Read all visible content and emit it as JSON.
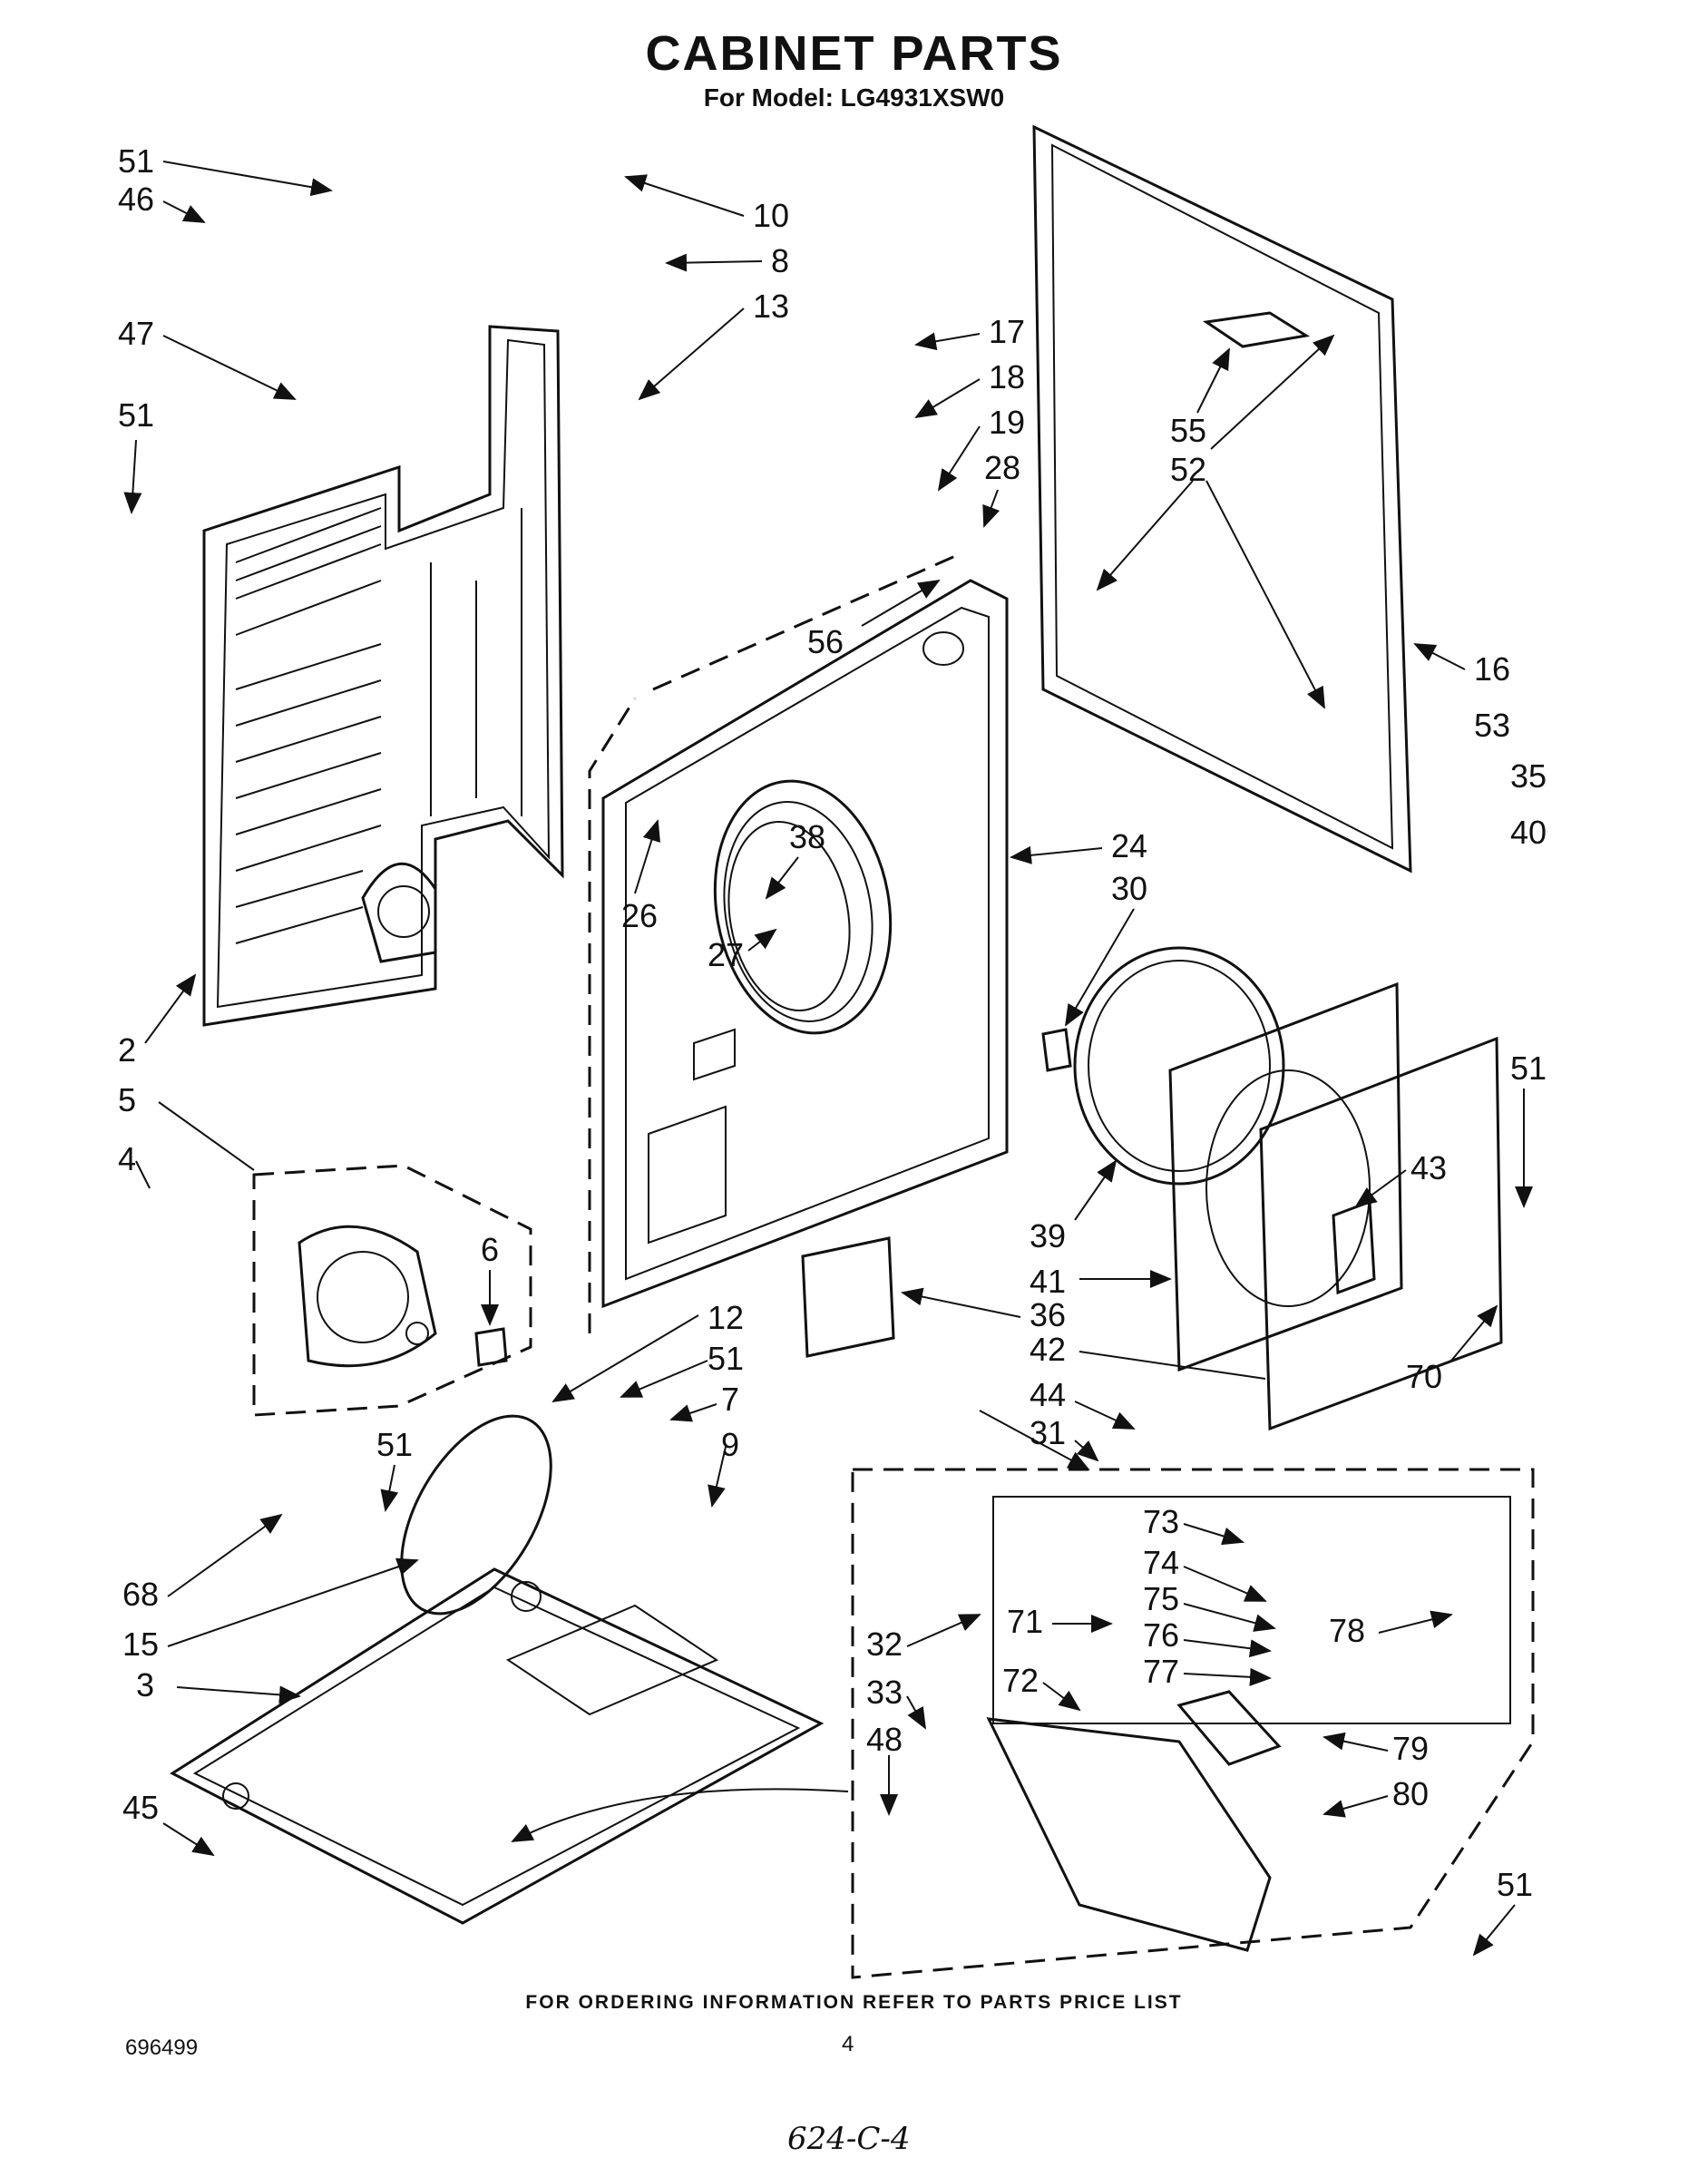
{
  "header": {
    "title": "CABINET PARTS",
    "subtitle": "For Model: LG4931XSW0"
  },
  "footer": {
    "ordering_note": "FOR ORDERING INFORMATION REFER TO PARTS PRICE LIST",
    "document_number": "696499",
    "page_number": "4",
    "handwritten_note": "624-C-4"
  },
  "callouts": [
    "51",
    "46",
    "10",
    "8",
    "13",
    "47",
    "51",
    "17",
    "18",
    "19",
    "28",
    "55",
    "52",
    "56",
    "16",
    "53",
    "35",
    "40",
    "24",
    "30",
    "26",
    "38",
    "27",
    "2",
    "5",
    "4",
    "6",
    "39",
    "41",
    "43",
    "51",
    "36",
    "42",
    "70",
    "12",
    "51",
    "7",
    "9",
    "44",
    "31",
    "51",
    "68",
    "73",
    "74",
    "75",
    "71",
    "76",
    "78",
    "15",
    "77",
    "32",
    "3",
    "72",
    "33",
    "79",
    "48",
    "80",
    "45",
    "51"
  ]
}
